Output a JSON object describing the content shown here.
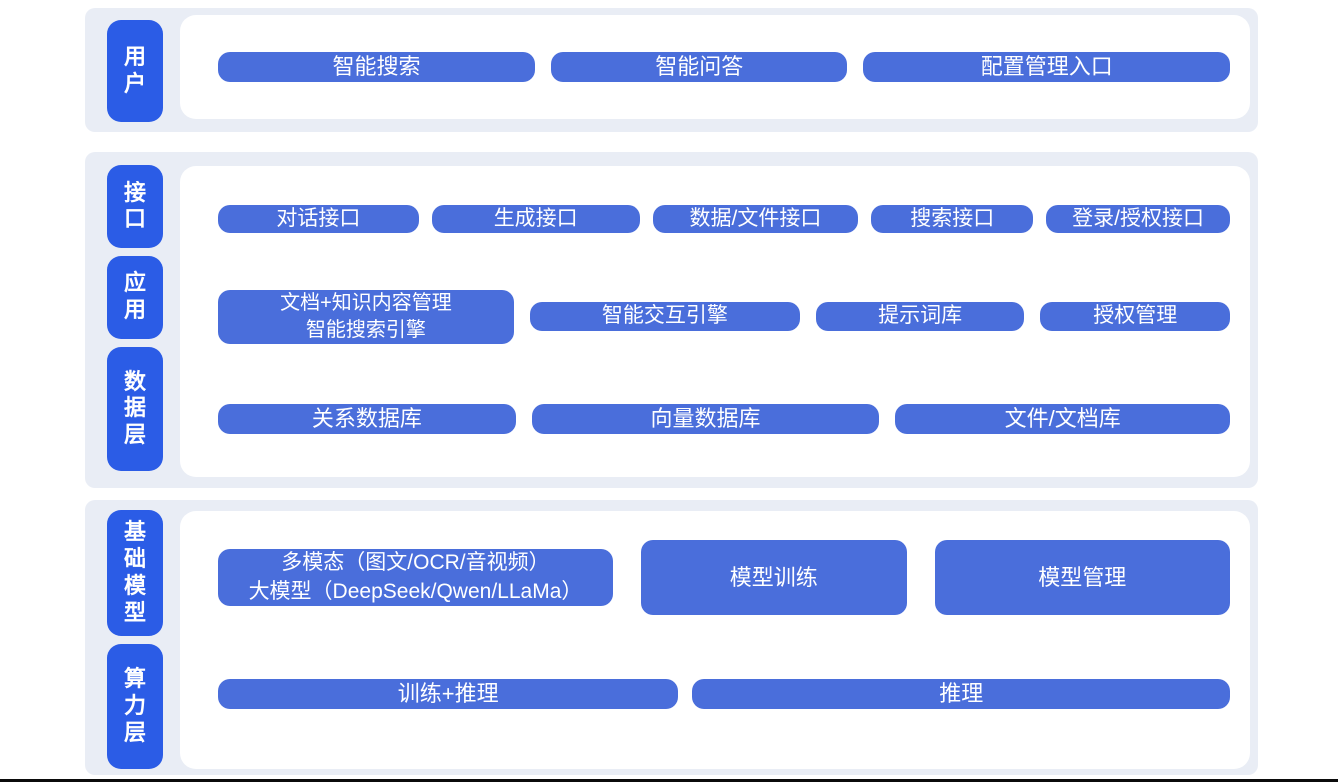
{
  "colors": {
    "layer_label_bg": "#2b5ce6",
    "box_bg": "#4a6edb",
    "section_bg": "#e9edf5",
    "panel_bg": "#ffffff",
    "text": "#ffffff",
    "bottom_border": "#0b0b0b"
  },
  "layers": [
    {
      "labels": [
        "用户"
      ],
      "rows": [
        [
          "智能搜索",
          "智能问答",
          "配置管理入口"
        ]
      ]
    },
    {
      "labels": [
        "接口",
        "应用",
        "数据层"
      ],
      "rows": [
        [
          "对话接口",
          "生成接口",
          "数据/文件接口",
          "搜索接口",
          "登录/授权接口"
        ],
        [
          "文档+知识内容管理\n智能搜索引擎",
          "智能交互引擎",
          "提示词库",
          "授权管理"
        ],
        [
          "关系数据库",
          "向量数据库",
          "文件/文档库"
        ]
      ]
    },
    {
      "labels": [
        "基础模型",
        "算力层"
      ],
      "rows": [
        [
          "多模态（图文/OCR/音视频）\n大模型（DeepSeek/Qwen/LLaMa）",
          "模型训练",
          "模型管理"
        ],
        [
          "训练+推理",
          "推理"
        ]
      ]
    }
  ]
}
